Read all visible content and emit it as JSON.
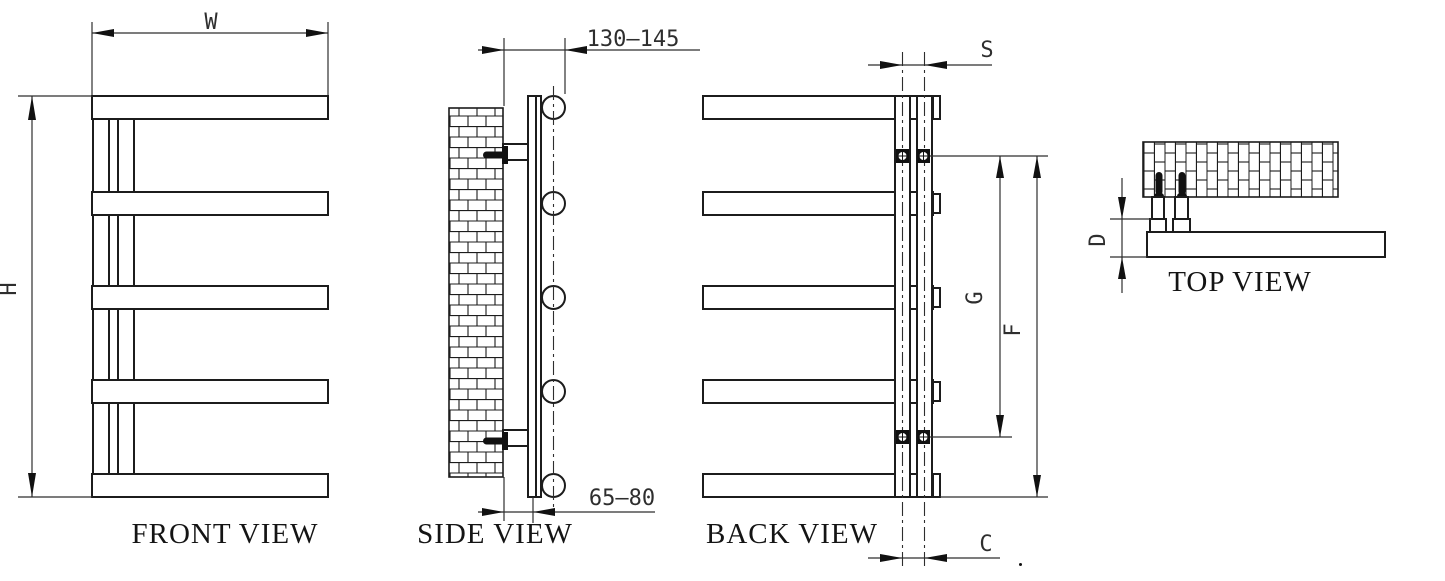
{
  "views": {
    "front": {
      "label": "FRONT VIEW",
      "width_dim": "W",
      "height_dim": "H"
    },
    "side": {
      "label": "SIDE VIEW",
      "wall_to_front_dim": "130–145",
      "wall_to_riser_dim": "65–80"
    },
    "back": {
      "label": "BACK VIEW",
      "riser_pitch_dim": "S",
      "bracket_span_dim": "G",
      "overall_span_dim": "F",
      "bottom_pitch_dim": "C"
    },
    "top": {
      "label": "TOP VIEW",
      "depth_dim": "D"
    }
  },
  "colors": {
    "line": "#1c1c1c",
    "dim_text": "#2e2e2e",
    "background": "#ffffff"
  }
}
